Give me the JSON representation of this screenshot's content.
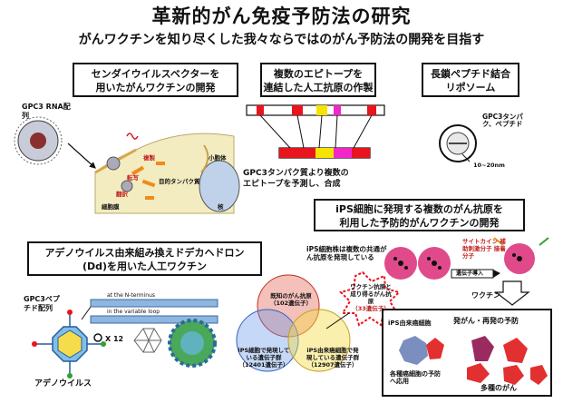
{
  "header": {
    "title": "革新的がん免疫予防法の研究",
    "subtitle": "がんワクチンを知り尽くした我々ならではのがん予防法の開発を目指す"
  },
  "panel_sendai": {
    "label_line1": "センダイウイルスベクターを",
    "label_line2": "用いたがんワクチンの開発",
    "gpc3_rna": "GPC3 RNA配列",
    "fukusei": "複製",
    "tenya": "転写",
    "honyaku": "翻訳",
    "mokuteki": "目的タンパク質",
    "saibomaku": "細胞膜",
    "kaku": "核",
    "shohotai": "小胞体"
  },
  "panel_epitope": {
    "label_line1": "複数のエピトープを",
    "label_line2": "連結した人工抗原の作製",
    "caption_line1": "GPC3タンパク質より複数の",
    "caption_line2": "エピトープを予測し、合成"
  },
  "panel_liposome": {
    "label_line1": "長鎖ペプチド結合",
    "label_line2": "リポソーム",
    "gpc3_label": "GPC3タンパク、ペプチド",
    "size": "10~20nm"
  },
  "panel_ips": {
    "label_line1": "iPS細胞に発現する複数のがん抗原を",
    "label_line2": "利用した予防的がんワクチンの開発",
    "ips_note": "iPS細胞株は複数の共通がん抗原を発現している",
    "cytokine": "サイトカイン 補助刺激分子 接着分子",
    "gene_transfer": "遺伝子導入",
    "vaccine": "ワクチン",
    "antigen_known": "既知のがん抗原",
    "antigen_known_count": "（102遺伝子）",
    "ips_cell_expr": "iPS細胞で発現している遺伝子群",
    "ips_cell_count": "（12401遺伝子）",
    "ips_cancer_expr": "iPS由来癌細胞で発現している遺伝子群",
    "ips_cancer_count": "（12907遺伝子）",
    "vaccine_candidate": "ワクチン抗原と成り得るがん抗原",
    "vaccine_candidate_count": "（33遺伝子）",
    "ips_cancer_cells": "iPS由来癌細胞",
    "prevention": "発がん・再発の予防",
    "immune": "各種癌細胞の予防へ応用",
    "various": "多種のがん"
  },
  "panel_adeno": {
    "label_line1": "アデノウイルス由来組み換えドデカヘドロン",
    "label_line2": "(Dd)を用いた人工ワクチン",
    "gpc3_peptide": "GPC3ペプチド配列",
    "n_terminus": "at the N-terminus",
    "variable_loop": "in the variable loop",
    "multiplier": "X 12",
    "adenovirus": "アデノウイルス"
  },
  "colors": {
    "epitope_red": "#e8141e",
    "epitope_yellow": "#f5e400",
    "epitope_pink": "#f227c9",
    "venn_red": "#e04a3a",
    "venn_blue": "#5a8ee8",
    "venn_yellow": "#f5dc4a"
  }
}
